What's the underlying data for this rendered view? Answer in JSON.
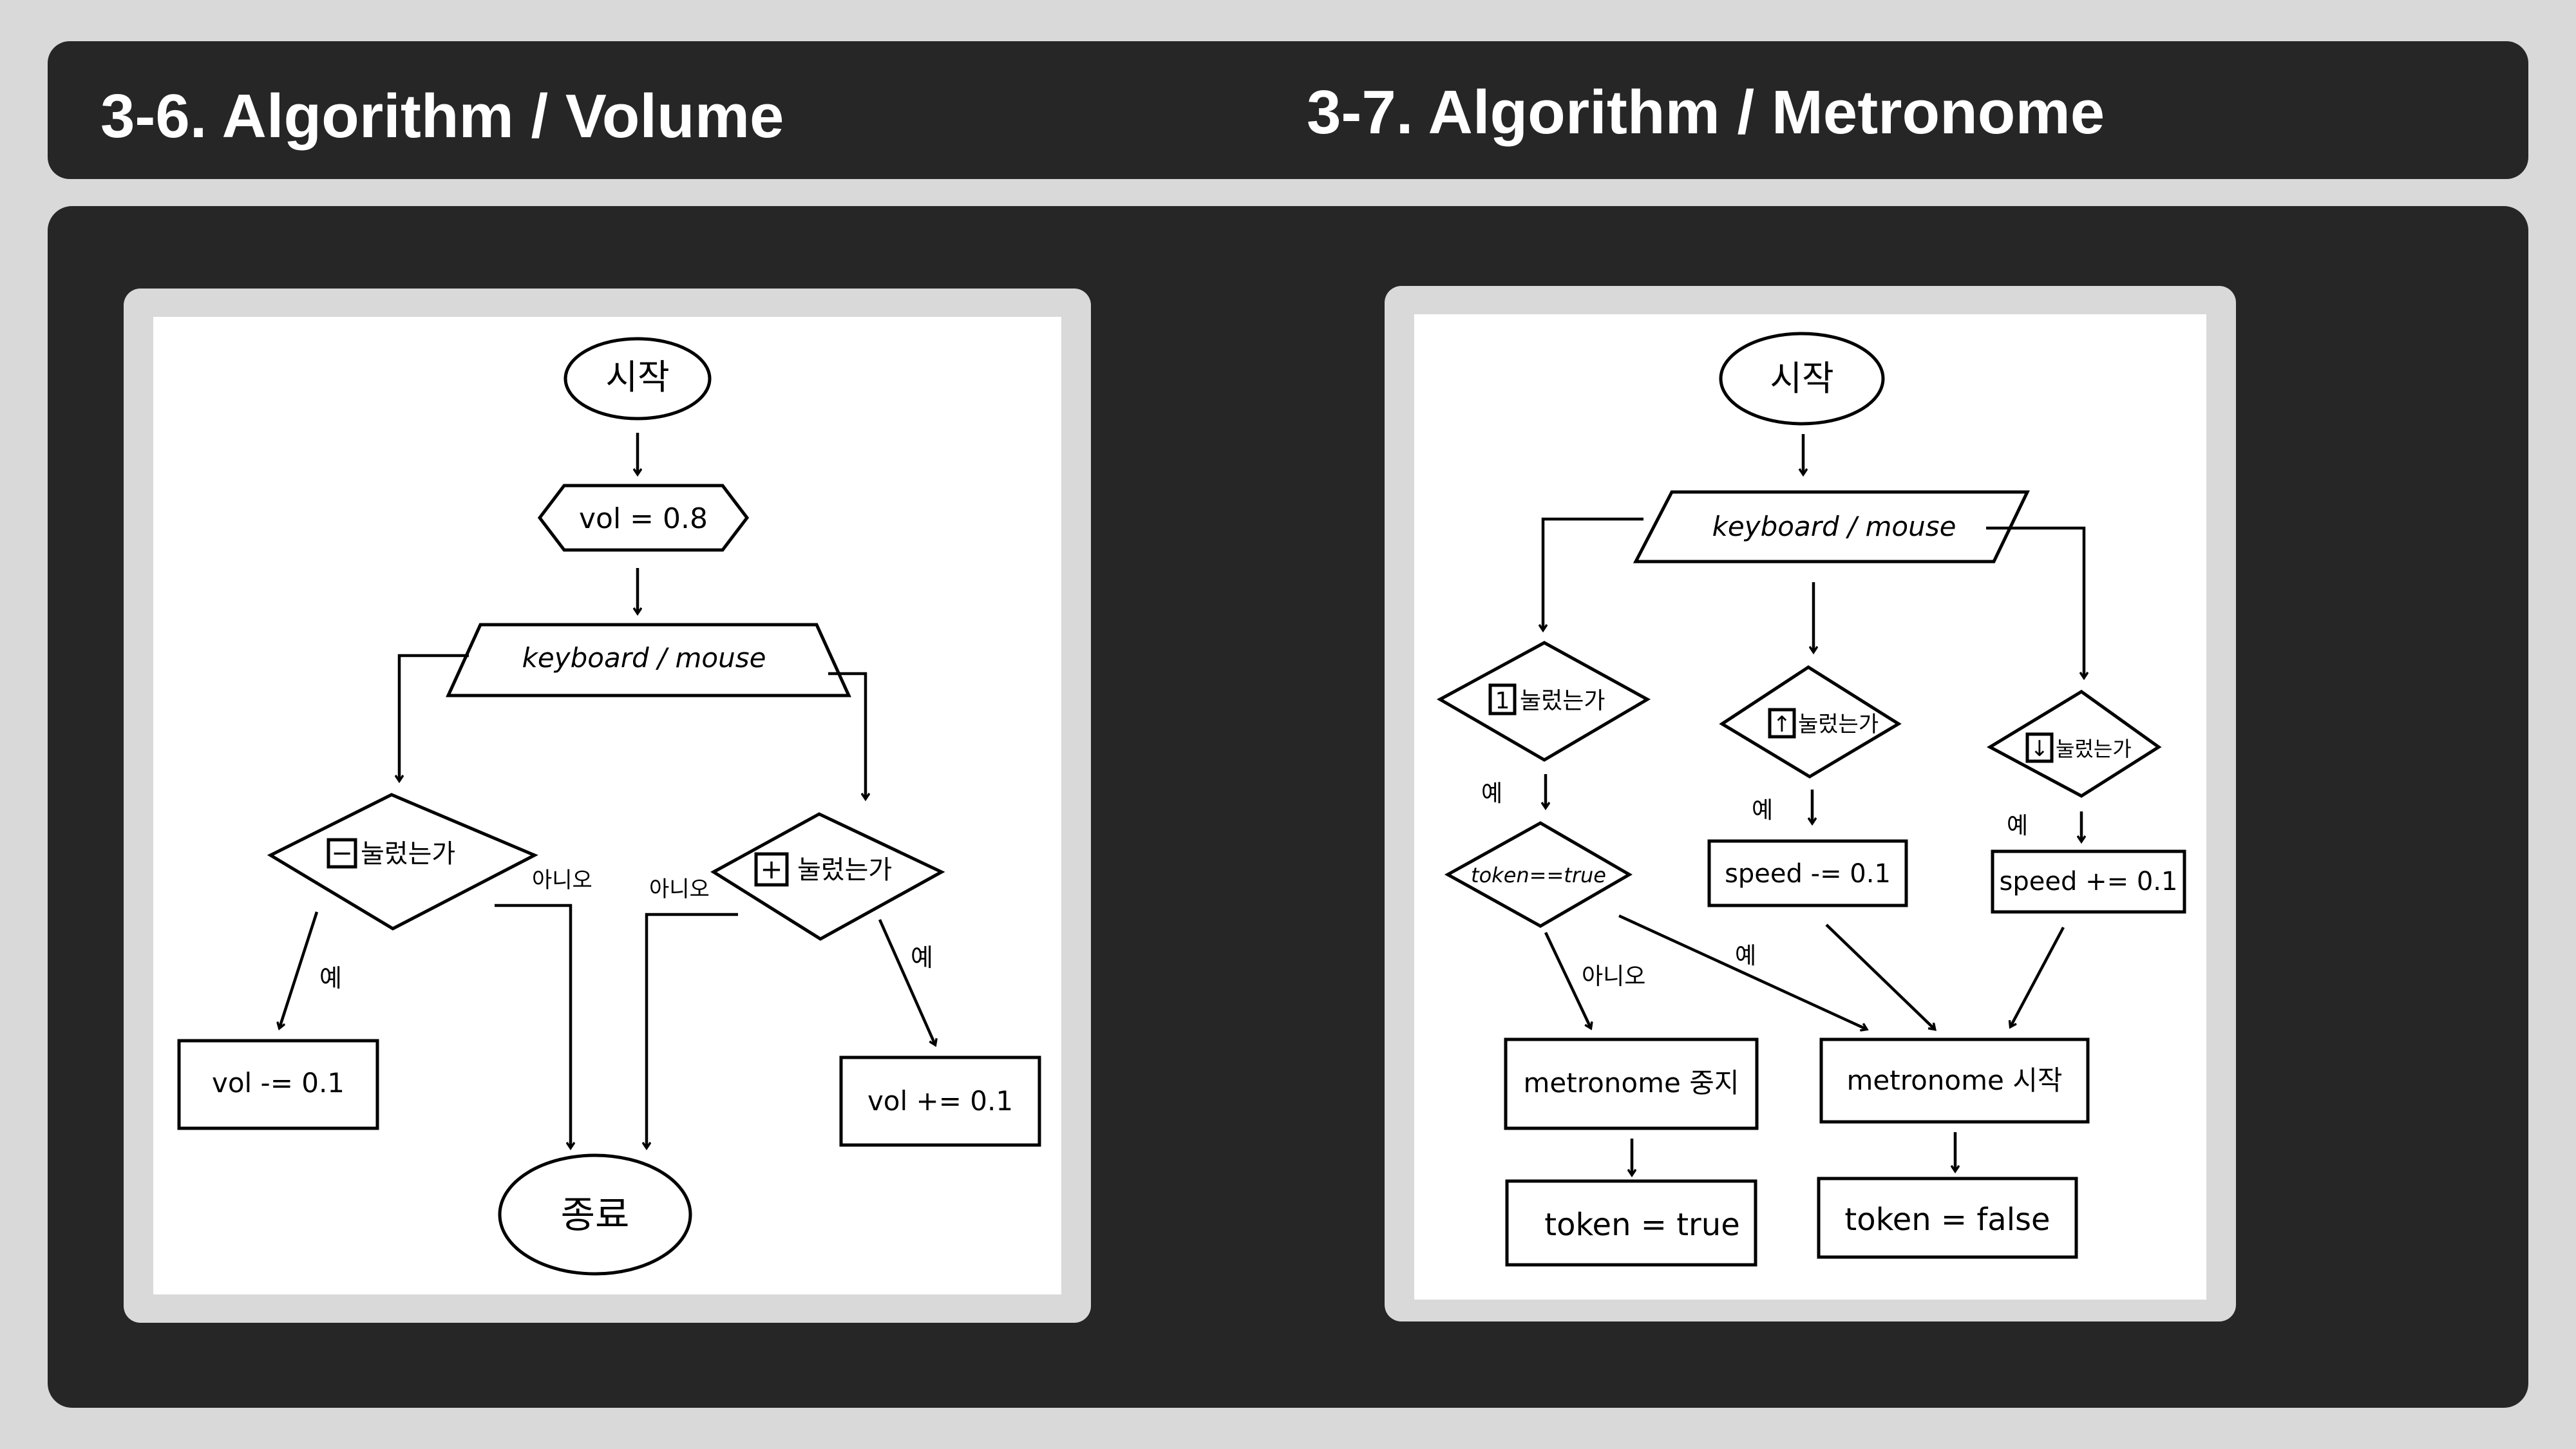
{
  "slides": {
    "left_title": "3-6. Algorithm / Volume",
    "right_title": "3-7. Algorithm / Metronome"
  },
  "volume": {
    "start": "시작",
    "init": "vol = 0.8",
    "input": "keyboard / mouse",
    "minus_key": "−",
    "minus_question": "눌렀는가",
    "plus_key": "+",
    "plus_question": "눌렀는가",
    "yes_left": "예",
    "no_left": "아니오",
    "no_right": "아니오",
    "yes_right": "예",
    "minus_action": "vol -= 0.1",
    "plus_action": "vol += 0.1",
    "end": "종료"
  },
  "metronome": {
    "start": "시작",
    "input": "keyboard / mouse",
    "key1": "1",
    "key1_question": "눌렀는가",
    "up_key": "↑",
    "up_question": "눌렀는가",
    "down_key": "↓",
    "down_question": "눌렀는가",
    "yes1": "예",
    "yes2": "예",
    "yes3": "예",
    "token_check": "token==true",
    "speed_down": "speed -= 0.1",
    "speed_up": "speed += 0.1",
    "no_label": "아니오",
    "yes_label": "예",
    "stop": "metronome 중지",
    "run": "metronome 시작",
    "token_true": "token = true",
    "token_false": "token = false"
  }
}
